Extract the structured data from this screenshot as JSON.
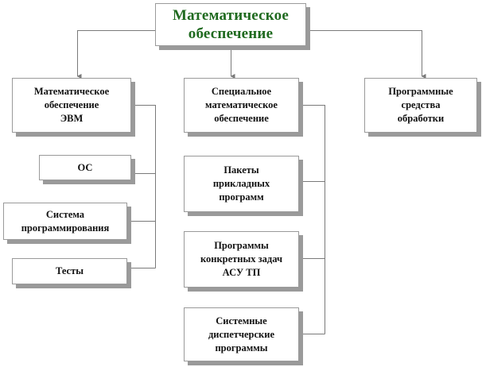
{
  "diagram": {
    "root": {
      "label": "Математическое\nобеспечение",
      "color": "#1f6a1f"
    },
    "branches": [
      {
        "label": "Математическое\nобеспечение\nЭВМ",
        "children": [
          {
            "label": "ОС"
          },
          {
            "label": "Система\nпрограммирования"
          },
          {
            "label": "Тесты"
          }
        ]
      },
      {
        "label": "Специальное\nматематическое\nобеспечение",
        "children": [
          {
            "label": "Пакеты\nприкладных\nпрограмм"
          },
          {
            "label": "Программы\nконкретных задач\nАСУ ТП"
          },
          {
            "label": "Системные\nдиспетчерские\nпрограммы"
          }
        ]
      },
      {
        "label": "Программные\nсредства\nобработки",
        "children": []
      }
    ]
  }
}
